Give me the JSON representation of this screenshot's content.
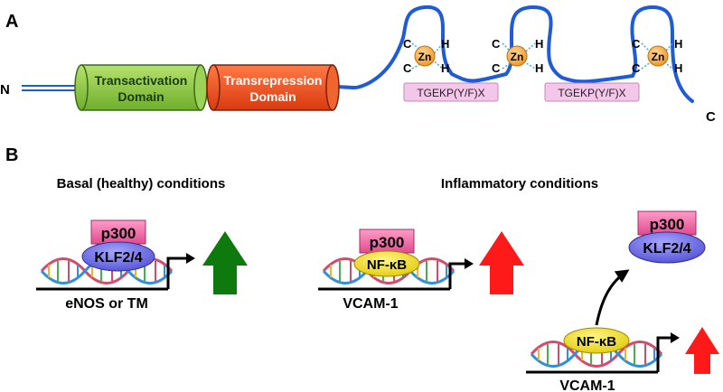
{
  "panelA": {
    "label": "A",
    "n_terminus": "N",
    "c_terminus": "C",
    "domain1_line1": "Transactivation",
    "domain1_line2": "Domain",
    "domain2_line1": "Transrepression",
    "domain2_line2": "Domain",
    "zinc_label": "Zn",
    "cys_label": "C",
    "his_label": "H",
    "linker_label": "TGEKP(Y/F)X",
    "colors": {
      "backbone": "#1f5bd6",
      "transactivation": "#8cc63f",
      "transrepression": "#f0501e",
      "zinc": "#f5a742",
      "linker_box": "#f4c6ea"
    }
  },
  "panelB": {
    "label": "B",
    "basal_title": "Basal (healthy) conditions",
    "inflammatory_title": "Inflammatory conditions",
    "p300_label": "p300",
    "klf_label": "KLF2/4",
    "nfkb_label": "NF-κB",
    "gene_basal": "eNOS or TM",
    "gene_inflam1": "VCAM-1",
    "gene_inflam2": "VCAM-1",
    "colors": {
      "p300": "#f06ea8",
      "klf": "#6a6ae6",
      "nfkb": "#f2e21a",
      "arrow_up_green": "#0e7a0e",
      "arrow_up_red": "#ff1a1a"
    }
  }
}
